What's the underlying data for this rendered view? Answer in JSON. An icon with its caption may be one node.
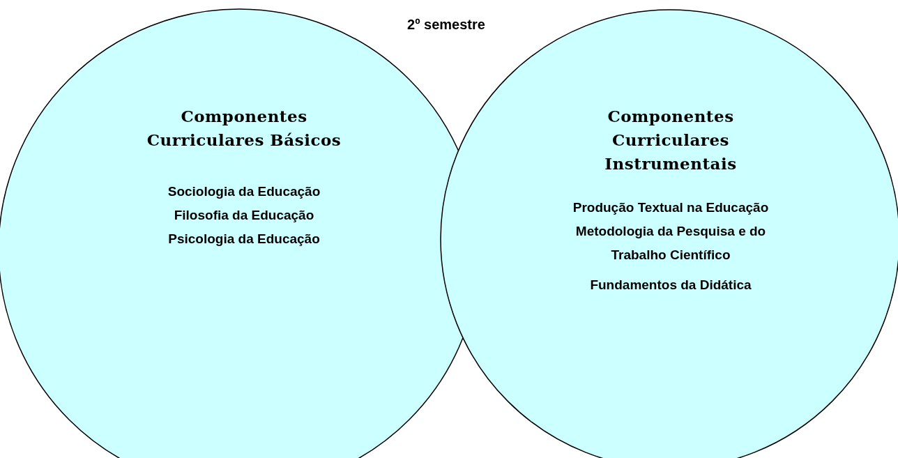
{
  "diagram": {
    "title": "2º semestre",
    "nodes": [
      {
        "text": [
          "Componentes Curriculares Básicos",
          "Sociologia da Educação",
          "Filosofia da Educação",
          "Psicologia da Educação"
        ]
      },
      {
        "text": [
          "Componentes Curriculares Instrumentais",
          "Produção Textual na Educação",
          "Metodologia da Pesquisa e do Trabalho Científico",
          "Fundamentos da Didática"
        ]
      }
    ],
    "edges": []
  }
}
